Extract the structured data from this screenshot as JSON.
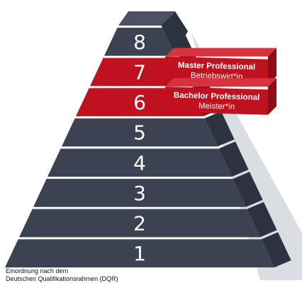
{
  "colors": {
    "dark": "#3b4252",
    "dark_side": "#2c3240",
    "dark_top": "#4a5263",
    "red": "#c0111f",
    "red_side": "#8e0d17",
    "red_top": "#d9323f",
    "shadow": "#bcc1c8"
  },
  "pyramid": {
    "levels": [
      {
        "number": "1",
        "highlight": false
      },
      {
        "number": "2",
        "highlight": false
      },
      {
        "number": "3",
        "highlight": false
      },
      {
        "number": "4",
        "highlight": false
      },
      {
        "number": "5",
        "highlight": false
      },
      {
        "number": "6",
        "highlight": true
      },
      {
        "number": "7",
        "highlight": true
      },
      {
        "number": "8",
        "highlight": false
      }
    ]
  },
  "qualifications": [
    {
      "level": "7",
      "title": "Master Professional",
      "subtitle": "Betriebswirt*in"
    },
    {
      "level": "6",
      "title": "Bachelor Professional",
      "subtitle": "Meister*in"
    }
  ],
  "caption": {
    "line1": "Einordnung nach dem",
    "line2": "Deutschen Qualifikationsrahmen (DQR)"
  }
}
